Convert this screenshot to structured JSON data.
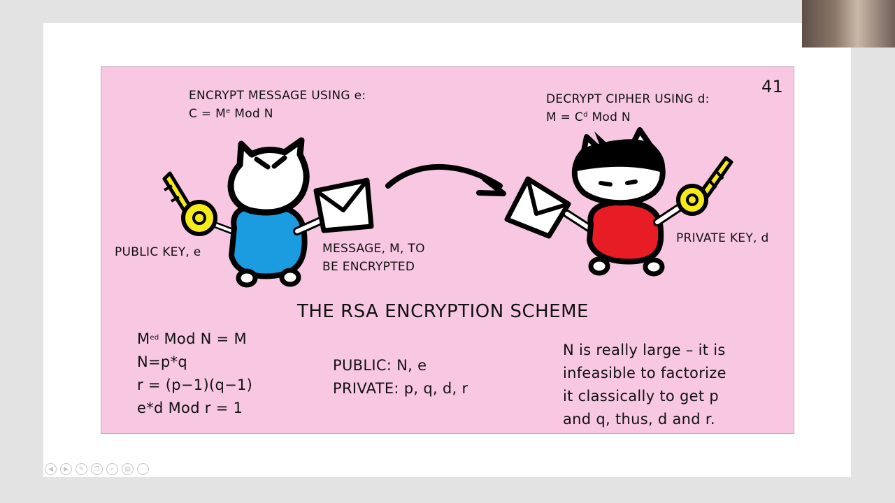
{
  "slide": {
    "number": "41",
    "encrypt_label": {
      "line1": "ENCRYPT MESSAGE USING e:",
      "line2_prefix": "C = M",
      "line2_sup": "e",
      "line2_suffix": " Mod N"
    },
    "decrypt_label": {
      "line1": "DECRYPT CIPHER USING d:",
      "line2_prefix": "M = C",
      "line2_sup": "d",
      "line2_suffix": " Mod N"
    },
    "public_key_label": "PUBLIC KEY, e",
    "message_label": {
      "line1": "MESSAGE, M, TO",
      "line2": "BE ENCRYPTED"
    },
    "private_key_label": "PRIVATE KEY, d",
    "title": "THE RSA ENCRYPTION SCHEME",
    "equations": {
      "line1_prefix": "M",
      "line1_sup": "ed",
      "line1_suffix": " Mod N = M",
      "line2": "N=p*q",
      "line3": "r = (p−1)(q−1)",
      "line4": "e*d Mod r = 1"
    },
    "keys": {
      "public": "PUBLIC: N, e",
      "private": "PRIVATE: p, q, d, r"
    },
    "note": {
      "line1": "N is really large –  it is",
      "line2": "infeasible to factorize",
      "line3": "it classically to get p",
      "line4": "and q, thus, d and r."
    }
  },
  "colors": {
    "slide_background": "#f8c8e3",
    "sender_body": "#1b9be0",
    "receiver_body": "#e81c24",
    "key": "#f7ea1a"
  },
  "icons": [
    "public-key-icon",
    "private-key-icon",
    "envelope-icon",
    "arrow-icon"
  ],
  "toolbar": {
    "buttons": [
      "◀",
      "▶",
      "✎",
      "❐",
      "⌕",
      "▤",
      "⋯"
    ]
  }
}
